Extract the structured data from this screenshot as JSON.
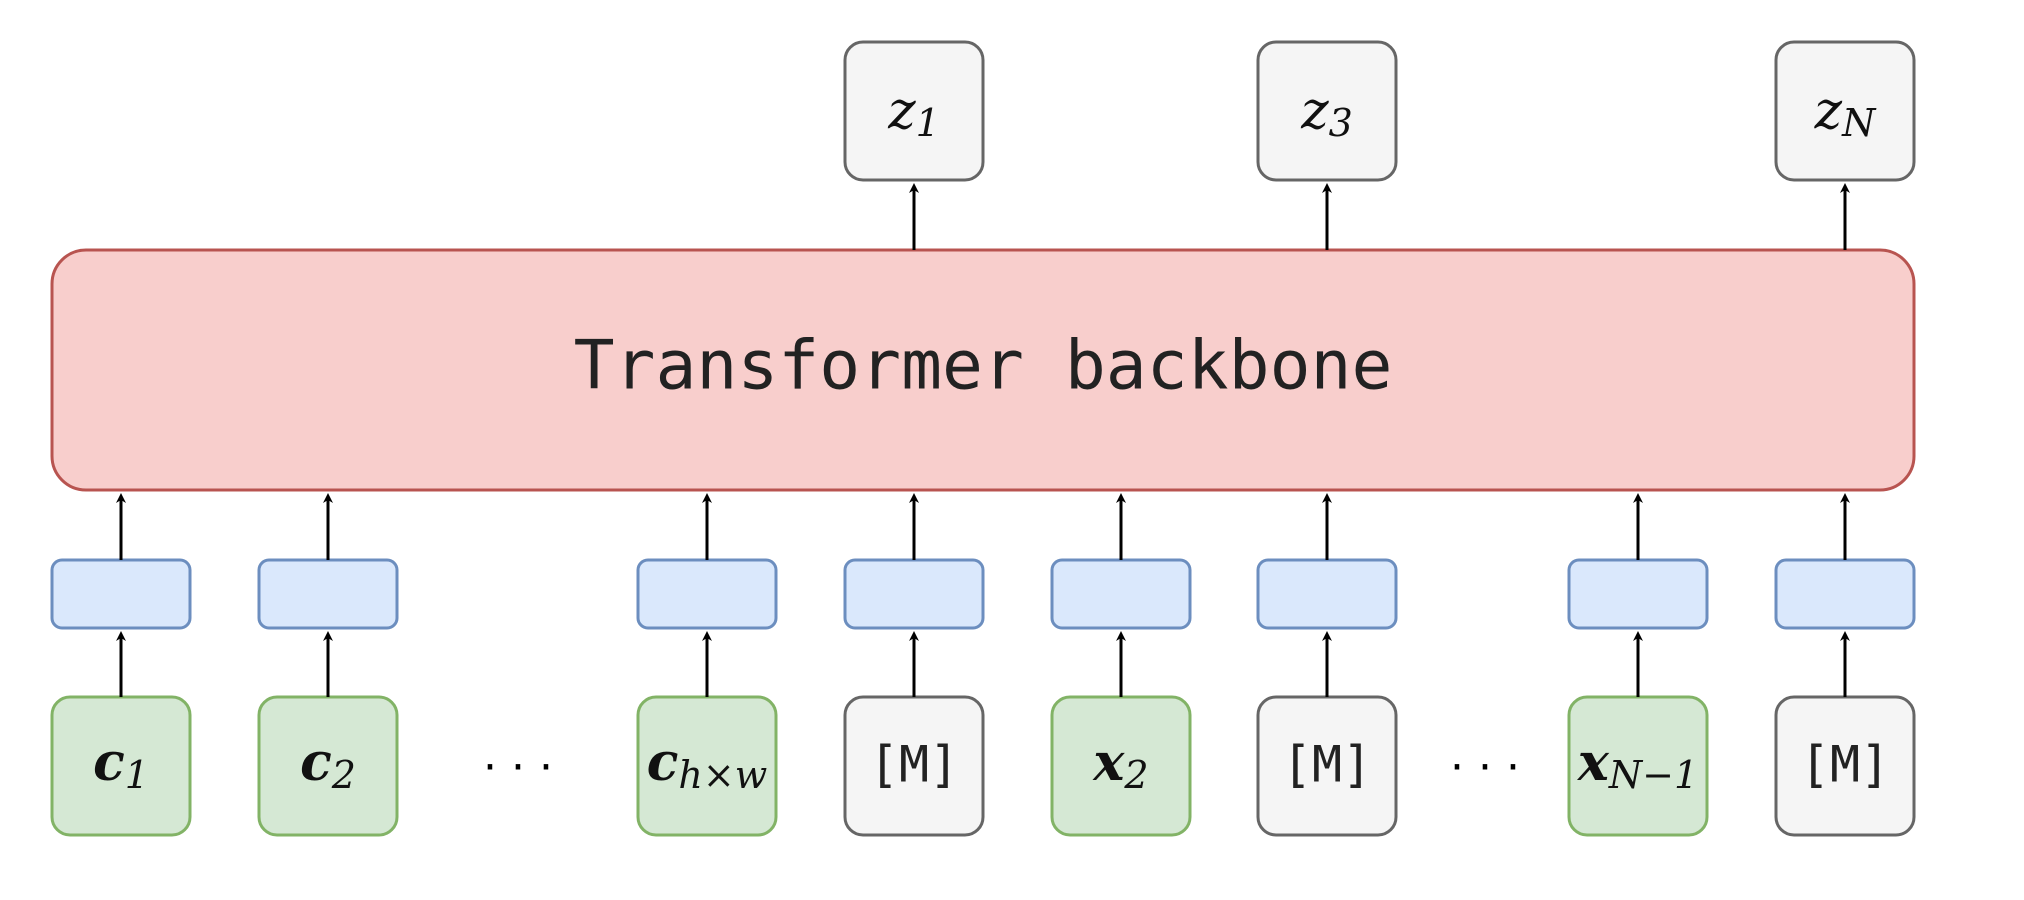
{
  "backbone": {
    "label": "Transformer backbone",
    "fill": "#f8cecc",
    "stroke": "#b85450"
  },
  "colors": {
    "token_green_fill": "#d5e8d4",
    "token_green_stroke": "#82b366",
    "token_gray_fill": "#f5f5f5",
    "token_gray_stroke": "#666666",
    "embed_fill": "#dae8fc",
    "embed_stroke": "#6c8ebf",
    "arrow": "#000000"
  },
  "outputs": [
    {
      "base": "z",
      "sub": "1"
    },
    {
      "base": "z",
      "sub": "3"
    },
    {
      "base": "z",
      "sub": "N"
    }
  ],
  "inputs": [
    {
      "kind": "cond",
      "base": "c",
      "sub": "1"
    },
    {
      "kind": "cond",
      "base": "c",
      "sub": "2"
    },
    {
      "kind": "cond",
      "base": "c",
      "sub": "h×w"
    },
    {
      "kind": "mask",
      "text": "[M]"
    },
    {
      "kind": "token",
      "base": "x",
      "sub": "2"
    },
    {
      "kind": "mask",
      "text": "[M]"
    },
    {
      "kind": "token",
      "base": "x",
      "sub": "N−1"
    },
    {
      "kind": "mask",
      "text": "[M]"
    }
  ],
  "ellipses": [
    "· · ·",
    "· · ·"
  ]
}
